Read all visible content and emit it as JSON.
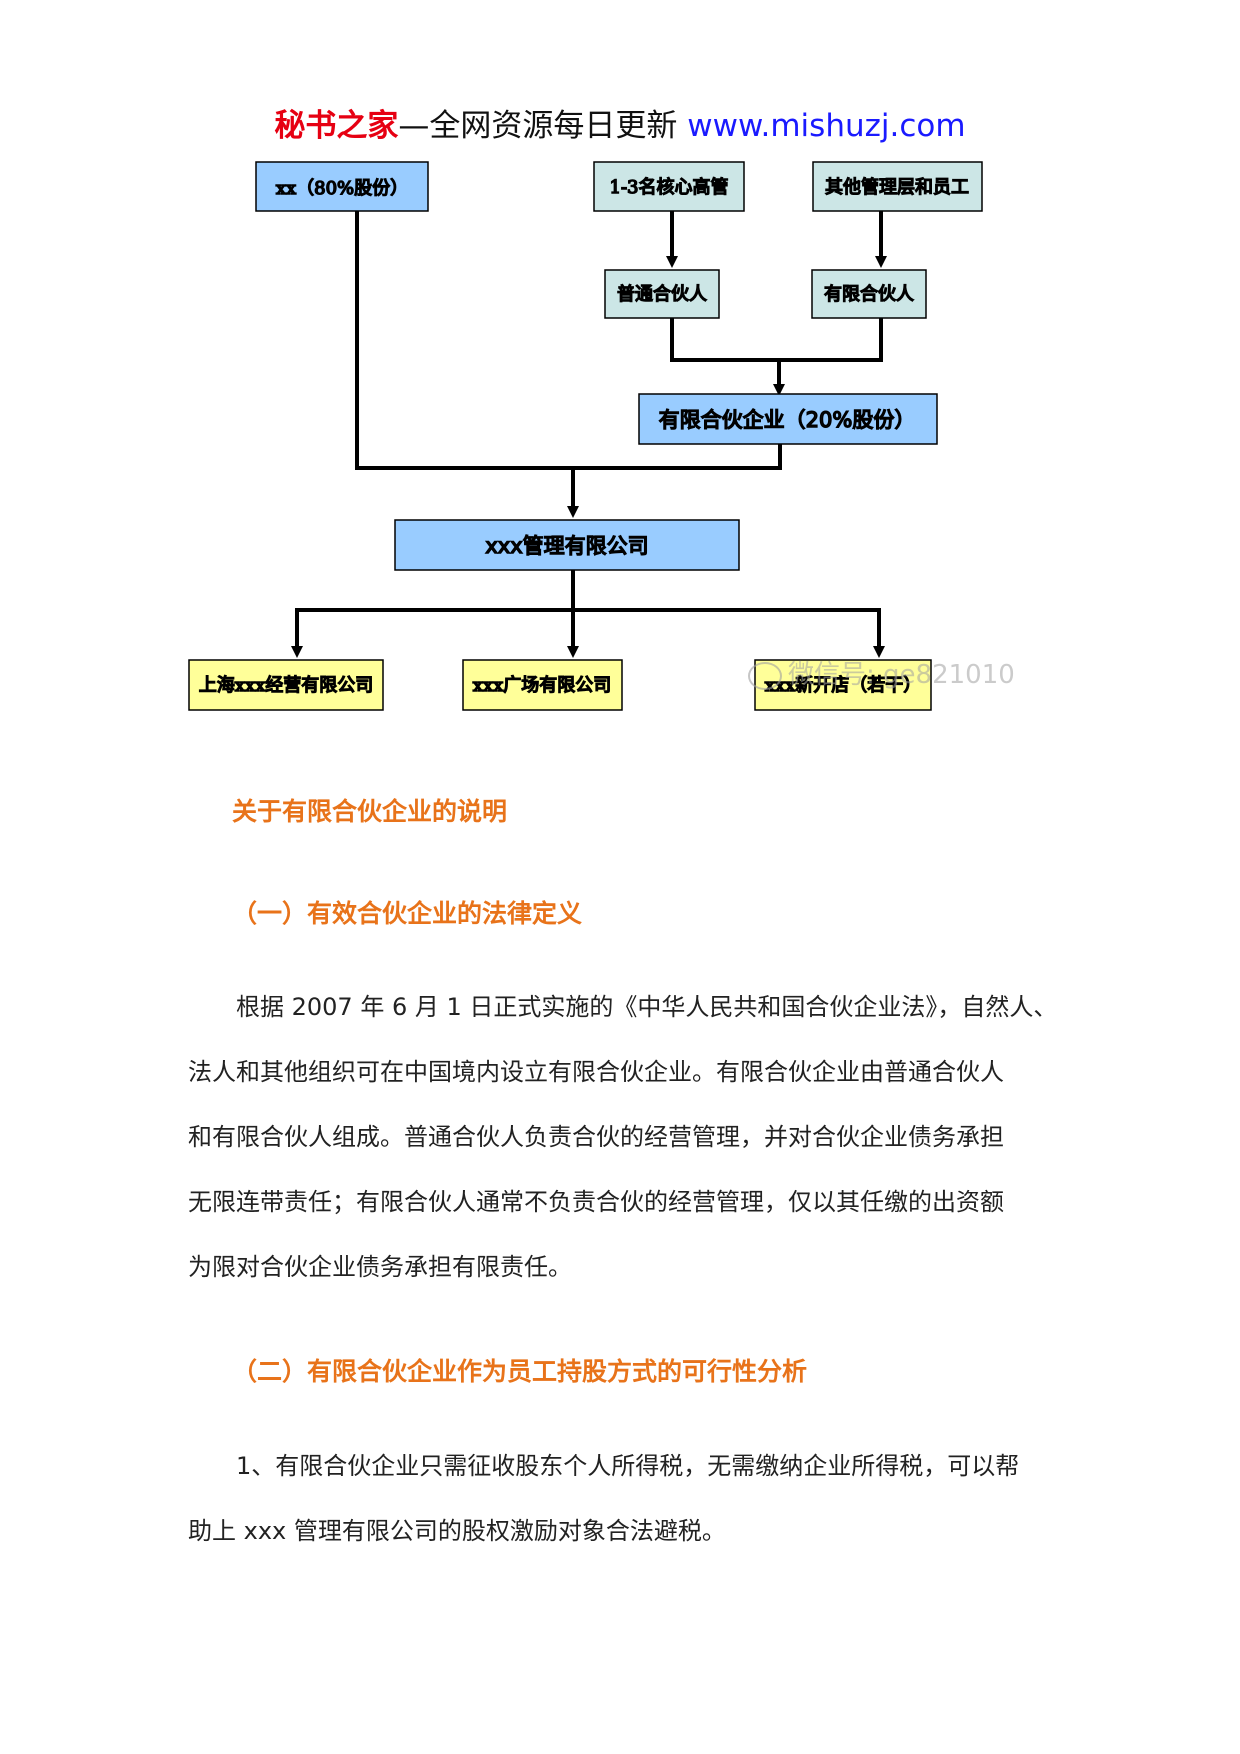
{
  "header": {
    "brand": "秘书之家",
    "slogan": "—全网资源每日更新 ",
    "url": "www.mishuzj.com"
  },
  "org_chart": {
    "nodes": {
      "xx_shareholder": "xx（80%股份）",
      "core_execs": "1-3名核心高管",
      "other_staff": "其他管理层和员工",
      "general_partner": "普通合伙人",
      "limited_partner": "有限合伙人",
      "lp_enterprise": "有限合伙企业（20%股份）",
      "mgmt_company": "xxx管理有限公司",
      "shanghai_co": "上海xxx经营有限公司",
      "plaza_co": "xxx广场有限公司",
      "new_stores": "xxx新开店（若干）"
    },
    "colors": {
      "blue_box": "#99ccff",
      "teal_box": "#cce6e6",
      "yellow_box": "#ffff99",
      "line": "#000000"
    }
  },
  "watermark": {
    "text": "微信号: ge821010",
    "icon": "wechat-icon"
  },
  "content": {
    "section_title": "关于有限合伙企业的说明",
    "sub1_title": "（一）有效合伙企业的法律定义",
    "para1": [
      "根据 2007 年 6 月 1 日正式实施的《中华人民共和国合伙企业法》，自然人、",
      "法人和其他组织可在中国境内设立有限合伙企业。有限合伙企业由普通合伙人",
      "和有限合伙人组成。普通合伙人负责合伙的经营管理，并对合伙企业债务承担",
      "无限连带责任；有限合伙人通常不负责合伙的经营管理，仅以其任缴的出资额",
      "为限对合伙企业债务承担有限责任。"
    ],
    "sub2_title": "（二）有限合伙企业作为员工持股方式的可行性分析",
    "para2": [
      "1、有限合伙企业只需征收股东个人所得税，无需缴纳企业所得税，可以帮",
      "助上 xxx 管理有限公司的股权激励对象合法避税。"
    ]
  }
}
